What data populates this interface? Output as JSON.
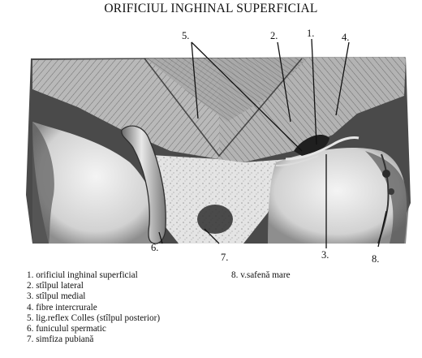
{
  "title": "ORIFICIUL INGHINAL SUPERFICIAL",
  "callouts": {
    "c1": "1.",
    "c2": "2.",
    "c3": "3.",
    "c4": "4.",
    "c5": "5.",
    "c6": "6.",
    "c7": "7.",
    "c8": "8."
  },
  "legend_left": [
    "1. orificiul inghinal superficial",
    "2. stîlpul lateral",
    "3. stîlpul medial",
    "4. fibre intercrurale",
    "5. lig.reflex Colles (stîlpul posterior)",
    "6. funiculul spermatic",
    "7. simfiza pubiană"
  ],
  "legend_right": [
    "8. v.safenă mare"
  ],
  "colors": {
    "line": "#111111",
    "shade_dark": "#3a3a3a",
    "shade_mid": "#8a8a8a",
    "shade_light": "#cfcfcf",
    "background": "#ffffff"
  }
}
